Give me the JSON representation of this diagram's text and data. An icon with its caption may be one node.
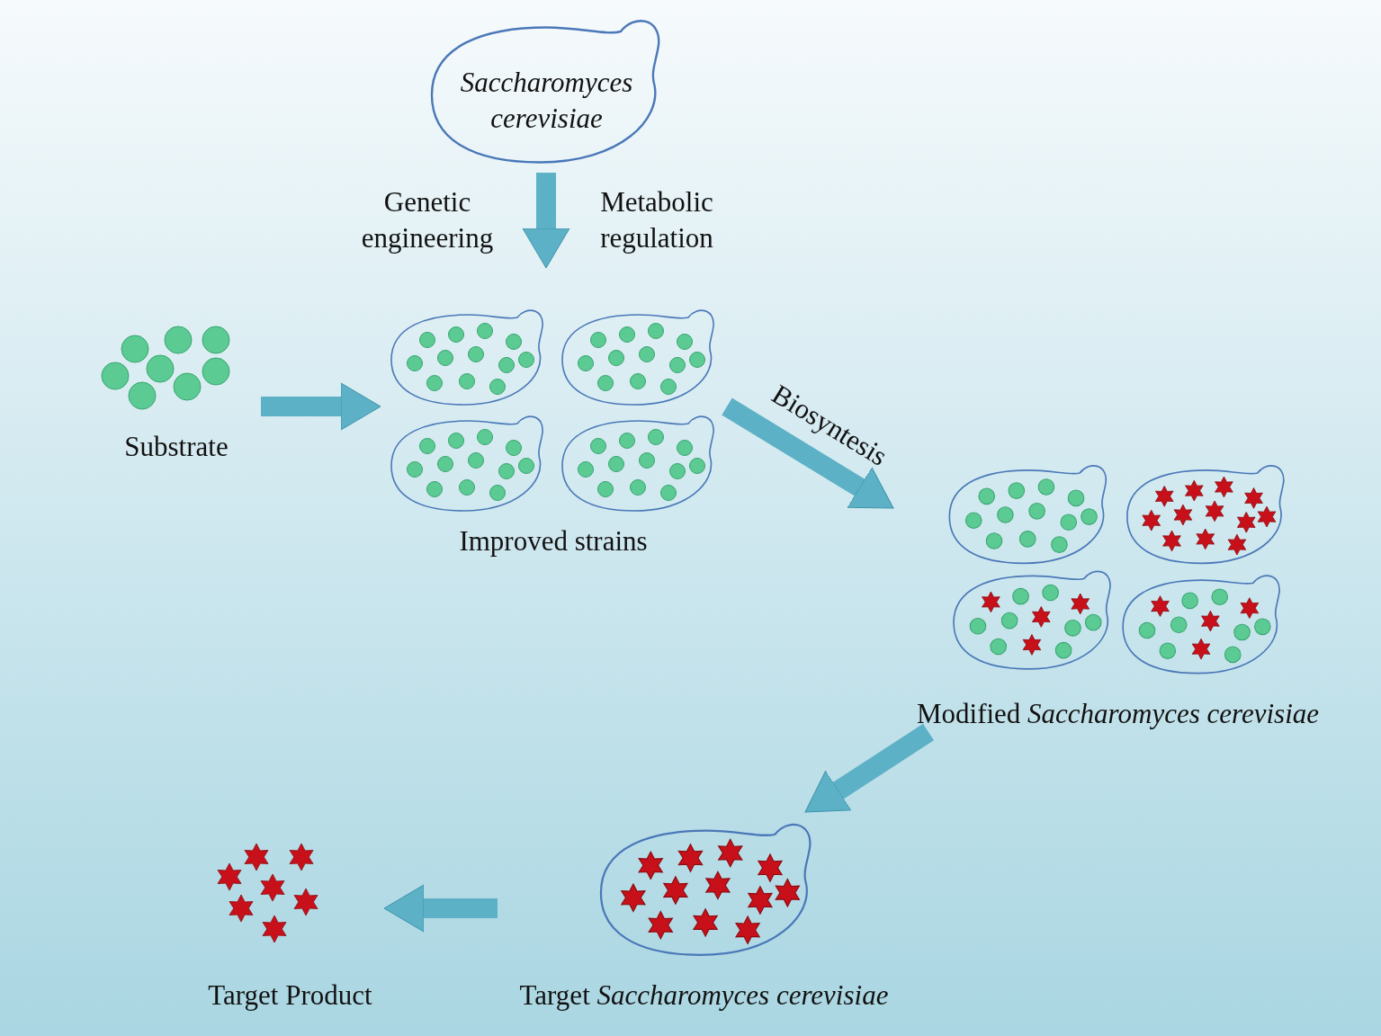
{
  "diagram": {
    "nodes": [
      {
        "text": [
          "Saccharomyces cerevisiae"
        ]
      },
      {
        "text": [
          "Substrate"
        ]
      },
      {
        "text": [
          "Improved strains"
        ]
      },
      {
        "text": [
          "Modified *Saccharomyces cerevisiae*"
        ]
      },
      {
        "text": [
          "Target *Saccharomyces cerevisiae*"
        ]
      },
      {
        "text": [
          "Target Product"
        ]
      }
    ],
    "edges": [
      {
        "from": 0,
        "to": 2,
        "arrow": "to"
      },
      {
        "from": 1,
        "to": 2,
        "arrow": "to"
      },
      {
        "from": 2,
        "to": 3,
        "arrow": "to",
        "label": "Biosyntesis"
      },
      {
        "from": 3,
        "to": 4,
        "arrow": "to"
      },
      {
        "from": 4,
        "to": 5,
        "arrow": "to"
      }
    ],
    "labels": [
      "Genetic engineering",
      "Metabolic regulation"
    ]
  }
}
